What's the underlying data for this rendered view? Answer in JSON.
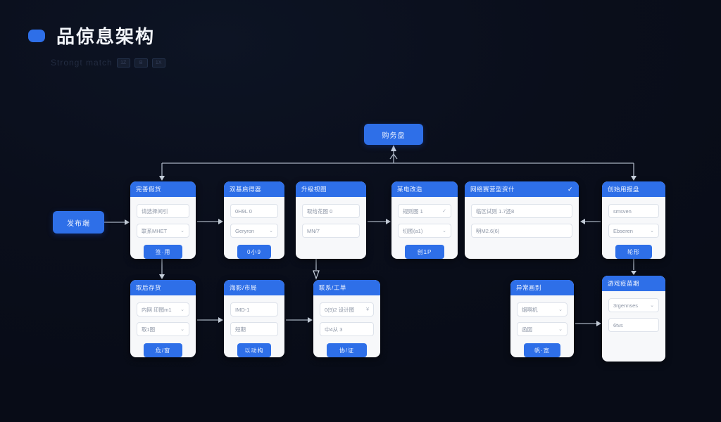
{
  "page": {
    "title": "品倞息架构",
    "subtitle": "Strongt match",
    "subtitle_badges": [
      "1Z",
      "B",
      "1X"
    ]
  },
  "colors": {
    "background": "#0a0e1b",
    "accent_blue": "#2e6fe8",
    "card_body": "#f7f8fa",
    "connector": "#c3ccd9"
  },
  "flow": {
    "root_node": "购务盘",
    "entry_node": "发布端"
  },
  "row1": [
    {
      "header": "完善假货",
      "fields": [
        {
          "text": "请选择间引",
          "suffix": ""
        },
        {
          "text": "联系MHET",
          "suffix": "⌄"
        }
      ],
      "button": "签·用"
    },
    {
      "header": "双基启得器",
      "fields": [
        {
          "text": "0H9L 0",
          "suffix": ""
        },
        {
          "text": "Geryron",
          "suffix": "⌄"
        }
      ],
      "button": "0小9"
    },
    {
      "header": "升级视图",
      "fields": [
        {
          "text": "取给花图 0",
          "suffix": ""
        },
        {
          "text": "MN/7",
          "suffix": ""
        }
      ]
    },
    {
      "header": "某电改造",
      "fields": [
        {
          "text": "规则图 1",
          "suffix": "✓"
        },
        {
          "text": "切图(a1)",
          "suffix": "⌄"
        }
      ],
      "button": "创1P"
    },
    {
      "header": "网络赛营型资什",
      "check": "✓",
      "fields": [
        {
          "text": "临区试则 1.7还8",
          "suffix": ""
        },
        {
          "text": "明M2.6(6)",
          "suffix": ""
        }
      ]
    },
    {
      "header": "创始用报盘",
      "fields": [
        {
          "text": "smsven",
          "suffix": ""
        },
        {
          "text": "Ebseren",
          "suffix": "⌄"
        }
      ],
      "button": "轮形"
    }
  ],
  "row2": [
    {
      "header": "取后存货",
      "fields": [
        {
          "text": "内网 印图m1",
          "suffix": "⌄"
        },
        {
          "text": "取1图",
          "suffix": "⌄"
        }
      ],
      "button": "危/窗"
    },
    {
      "header": "海影/市局",
      "fields": [
        {
          "text": "IMD-1",
          "suffix": ""
        },
        {
          "text": "短期",
          "suffix": ""
        }
      ],
      "button": "以动构"
    },
    {
      "header": "联系/工单",
      "fields": [
        {
          "text": "0(9)2 设计图",
          "suffix": "¥"
        },
        {
          "text": "中4从 3",
          "suffix": ""
        }
      ],
      "button": "协/证"
    },
    {
      "header": "异常画别",
      "fields": [
        {
          "text": "烟啊机",
          "suffix": "⌄"
        },
        {
          "text": "函図",
          "suffix": "⌄"
        }
      ],
      "button": "帆·宽"
    },
    {
      "header": "游戏疫苗期",
      "fields": [
        {
          "text": "3rgennses",
          "suffix": "⌄"
        },
        {
          "text": "6tvs",
          "suffix": ""
        }
      ]
    }
  ]
}
